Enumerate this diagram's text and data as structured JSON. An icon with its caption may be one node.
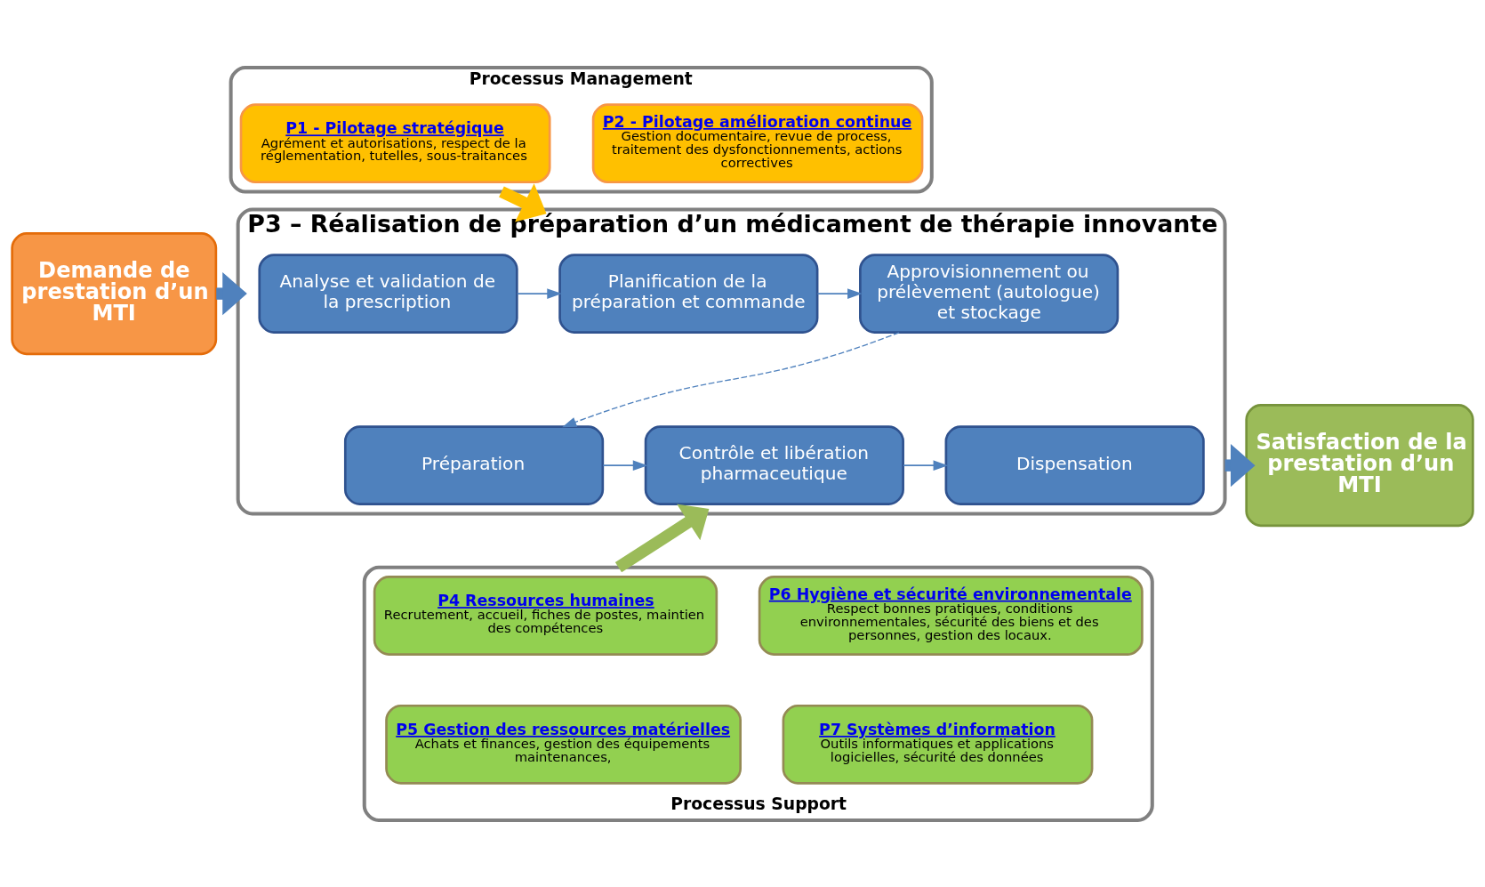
{
  "diagram": {
    "nodes": [
      {
        "text": [
          "Processus Management"
        ]
      },
      {
        "text": [
          "P1 - Pilotage stratégique",
          "Agrément et autorisations, respect de la réglementation, tutelles, sous-traitances"
        ],
        "in": 0
      },
      {
        "text": [
          "P2 - Pilotage amélioration continue",
          "Gestion documentaire, revue de process, traitement des dysfonctionnements, actions correctives"
        ],
        "in": 0
      },
      {
        "text": [
          "P3 – Réalisation de préparation d’un médicament de thérapie innovante"
        ]
      },
      {
        "text": [
          "Analyse et validation de la prescription"
        ],
        "in": 3
      },
      {
        "text": [
          "Planification de la préparation et commande"
        ],
        "in": 3
      },
      {
        "text": [
          "Approvisionnement ou prélèvement (autologue) et stockage"
        ],
        "in": 3
      },
      {
        "text": [
          "Préparation"
        ],
        "in": 3
      },
      {
        "text": [
          "Contrôle et libération pharmaceutique"
        ],
        "in": 3
      },
      {
        "text": [
          "Dispensation"
        ],
        "in": 3
      },
      {
        "text": [
          "Processus Support"
        ]
      },
      {
        "text": [
          "P4 Ressources humaines",
          "Recrutement, accueil, fiches de postes, maintien des compétences"
        ],
        "in": 10
      },
      {
        "text": [
          "P6 Hygiène et sécurité environnementale",
          "Respect bonnes pratiques, conditions environnementales, sécurité des biens et des personnes, gestion des locaux."
        ],
        "in": 10
      },
      {
        "text": [
          "P5 Gestion des ressources matérielles",
          "Achats et finances, gestion des équipements maintenances,"
        ],
        "in": 10
      },
      {
        "text": [
          "P7 Systèmes d’information",
          "Outils informatiques et applications logicielles, sécurité des données"
        ],
        "in": 10
      },
      {
        "text": [
          "Demande de prestation d’un MTI"
        ]
      },
      {
        "text": [
          "Satisfaction de la prestation d’un MTI"
        ]
      }
    ],
    "edges": [
      {
        "from": 15,
        "to": 3,
        "arrow": "to",
        "style": "thick"
      },
      {
        "from": 0,
        "to": 3,
        "arrow": "to",
        "style": "thick",
        "color": "#ffc000"
      },
      {
        "from": 4,
        "to": 5,
        "arrow": "to"
      },
      {
        "from": 5,
        "to": 6,
        "arrow": "to"
      },
      {
        "from": 6,
        "to": 7,
        "arrow": "to",
        "style": "dashed"
      },
      {
        "from": 7,
        "to": 8,
        "arrow": "to"
      },
      {
        "from": 8,
        "to": 9,
        "arrow": "to"
      },
      {
        "from": 10,
        "to": 3,
        "arrow": "to",
        "style": "thick",
        "color": "#9bbb59"
      },
      {
        "from": 3,
        "to": 16,
        "arrow": "to",
        "style": "thick"
      }
    ]
  }
}
